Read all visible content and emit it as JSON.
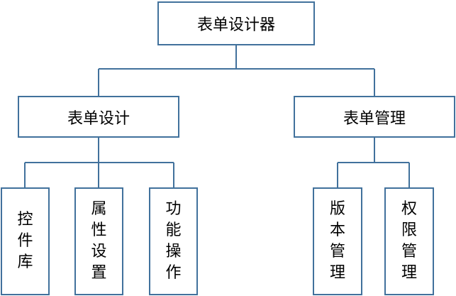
{
  "root": {
    "label": "表单设计器"
  },
  "branches": [
    {
      "label": "表单设计",
      "children": [
        {
          "label": "控件库"
        },
        {
          "label": "属性设置"
        },
        {
          "label": "功能操作"
        }
      ]
    },
    {
      "label": "表单管理",
      "children": [
        {
          "label": "版本管理"
        },
        {
          "label": "权限管理"
        }
      ]
    }
  ],
  "colors": {
    "border": "#41719C",
    "connector": "#41719C",
    "text": "#000000",
    "background": "#FFFFFF"
  }
}
